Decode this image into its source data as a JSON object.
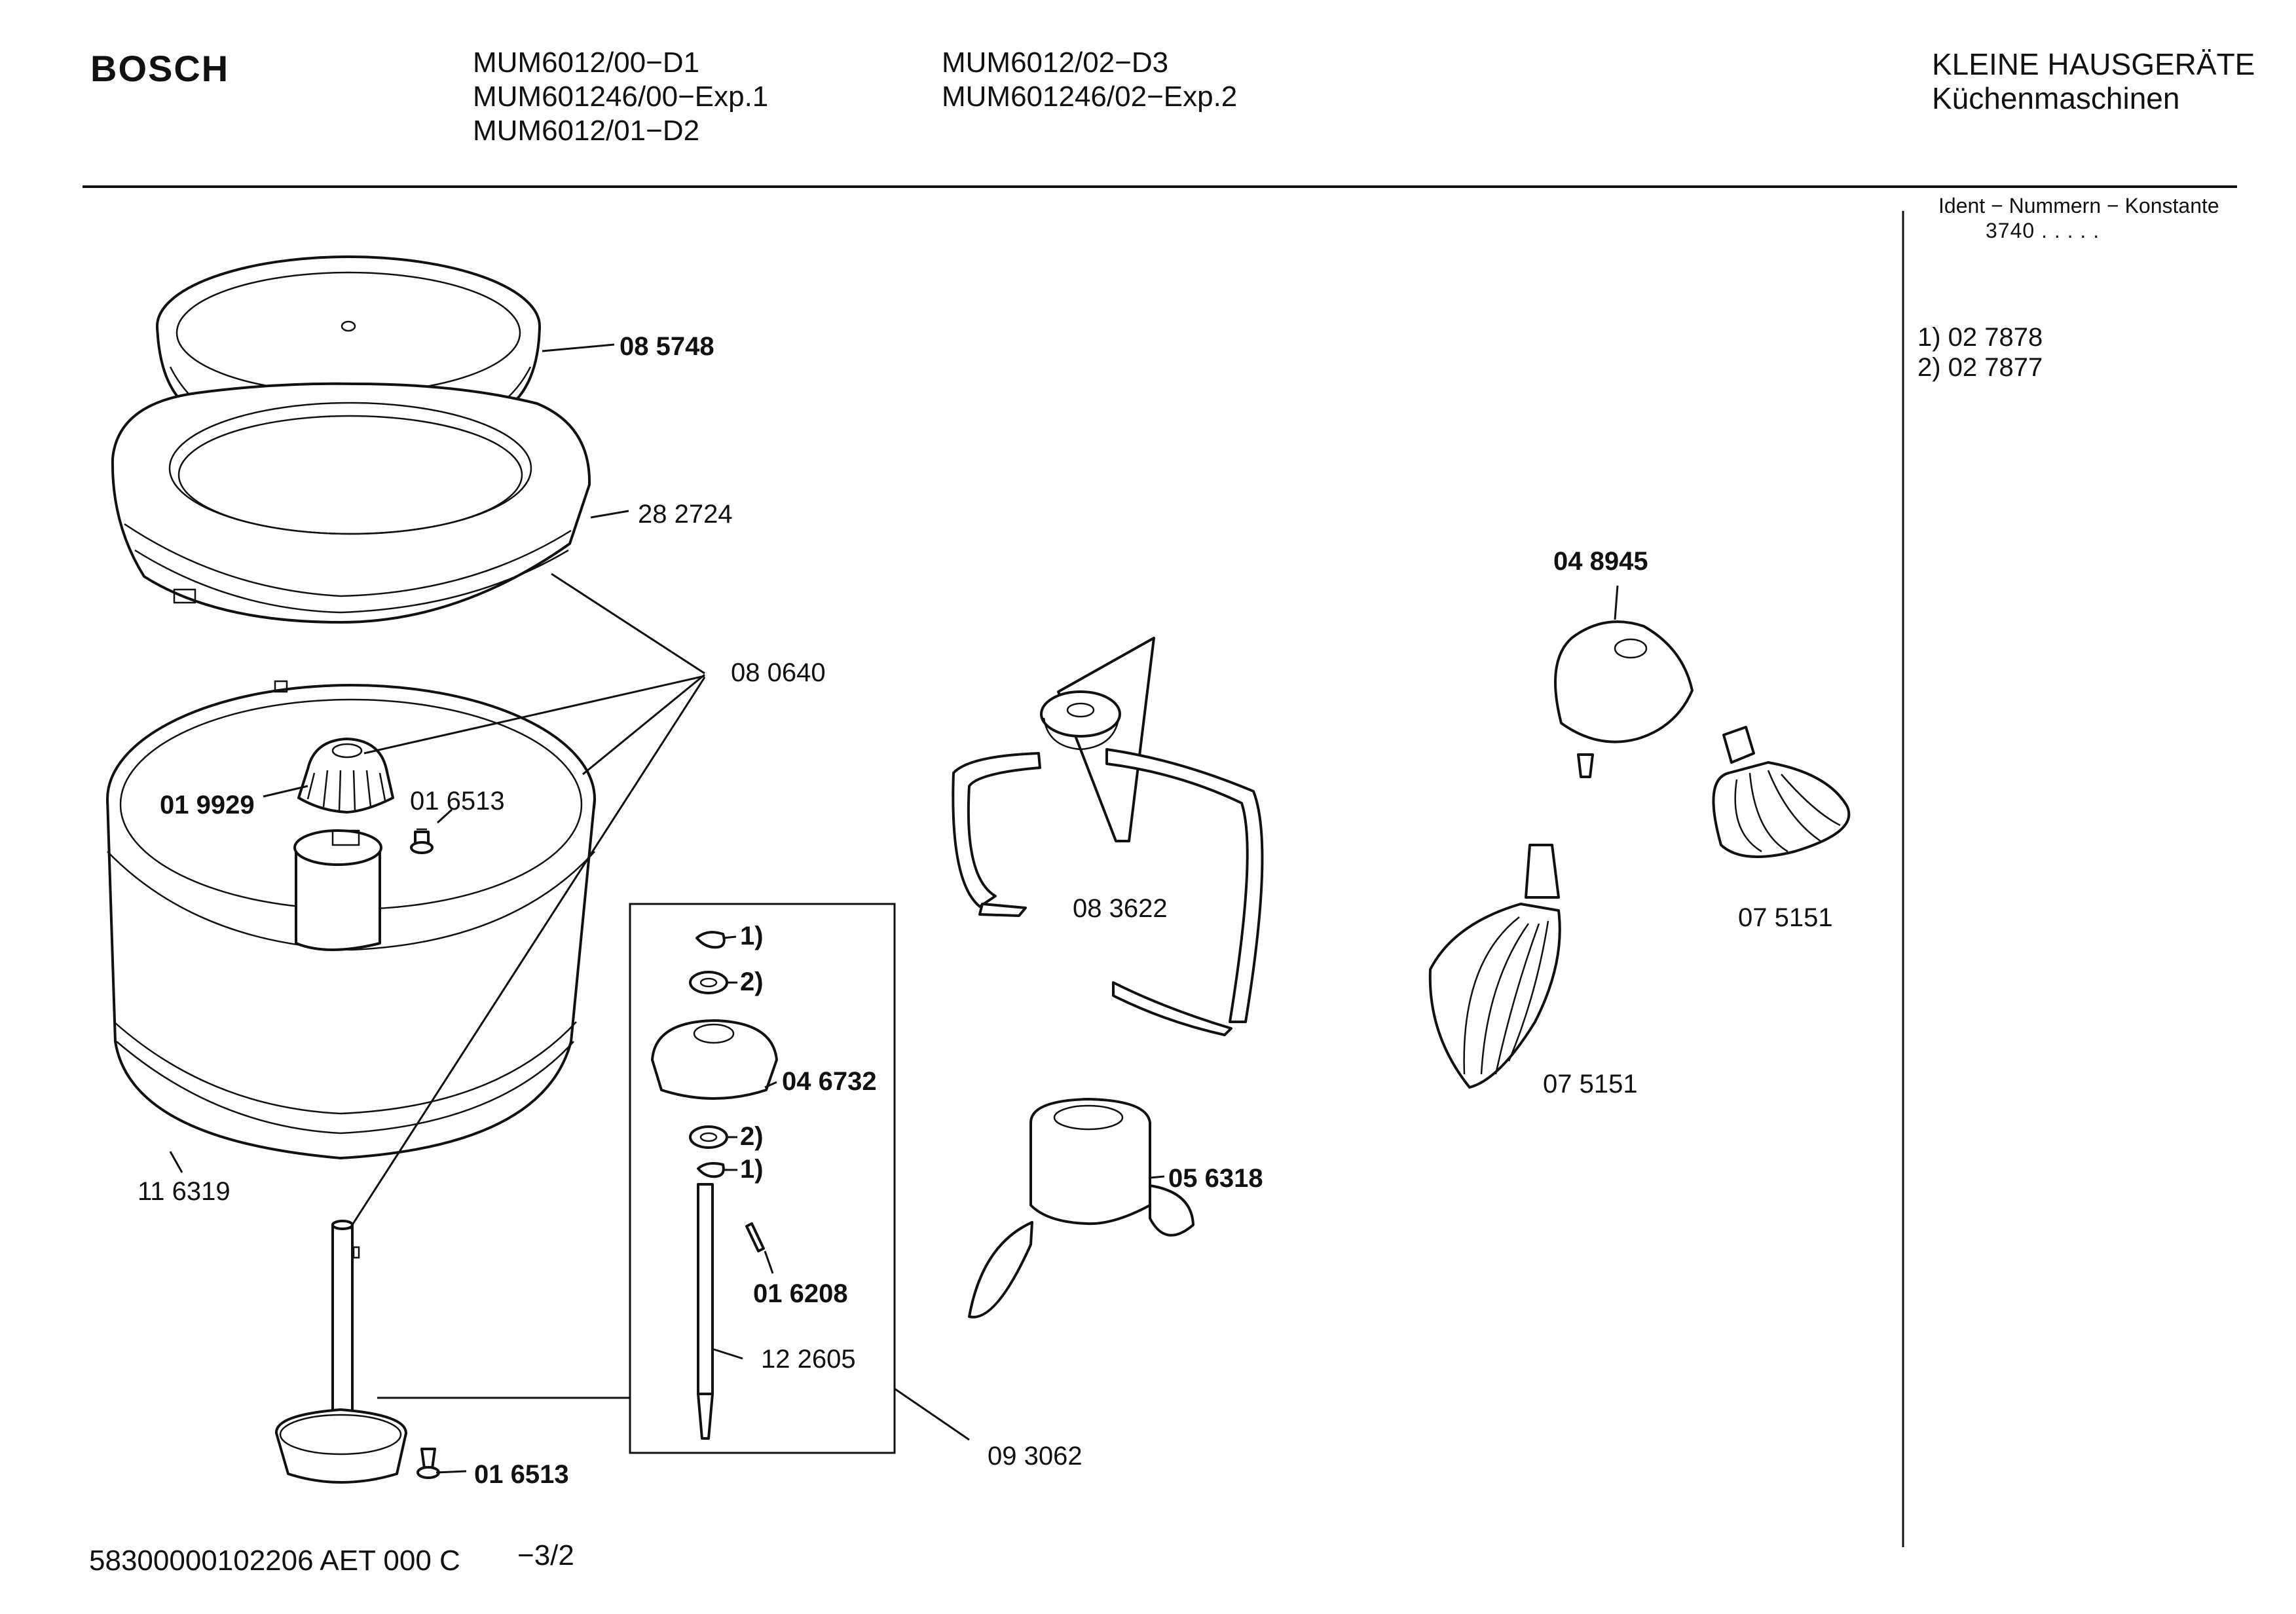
{
  "header": {
    "brand": "BOSCH",
    "models_col1": [
      "MUM6012/00−D1",
      "MUM601246/00−Exp.1",
      "MUM6012/01−D2"
    ],
    "models_col2": [
      "MUM6012/02−D3",
      "MUM601246/02−Exp.2"
    ],
    "category": "KLEINE HAUSGERÄTE",
    "subcategory": "Küchenmaschinen"
  },
  "side_panel": {
    "ident_label": "Ident − Nummern − Konstante",
    "ident_value": "3740 .   .   .   .   .",
    "footnotes": [
      "1)  02 7878",
      "2)  02 7877"
    ]
  },
  "parts": {
    "lid": "08 5748",
    "ring": "28 2724",
    "seal": "08 0640",
    "coupling": "01 9929",
    "screw_small": "01 6513",
    "bowl": "11 6319",
    "clip_label": "1)",
    "washer_label": "2)",
    "hub": "04 6732",
    "washer2_label": "2)",
    "clip2_label": "1)",
    "pin": "01 6208",
    "shaft": "12 2605",
    "drive": "09 3062",
    "screw_bottom": "01 6513",
    "dough_hook": "08 3622",
    "cover_cap": "04 8945",
    "whisk_small": "07 5151",
    "whisk_large": "07 5151",
    "blade": "05 6318"
  },
  "footer": {
    "code": "58300000102206 AET 000 C",
    "page": "−3/2"
  }
}
